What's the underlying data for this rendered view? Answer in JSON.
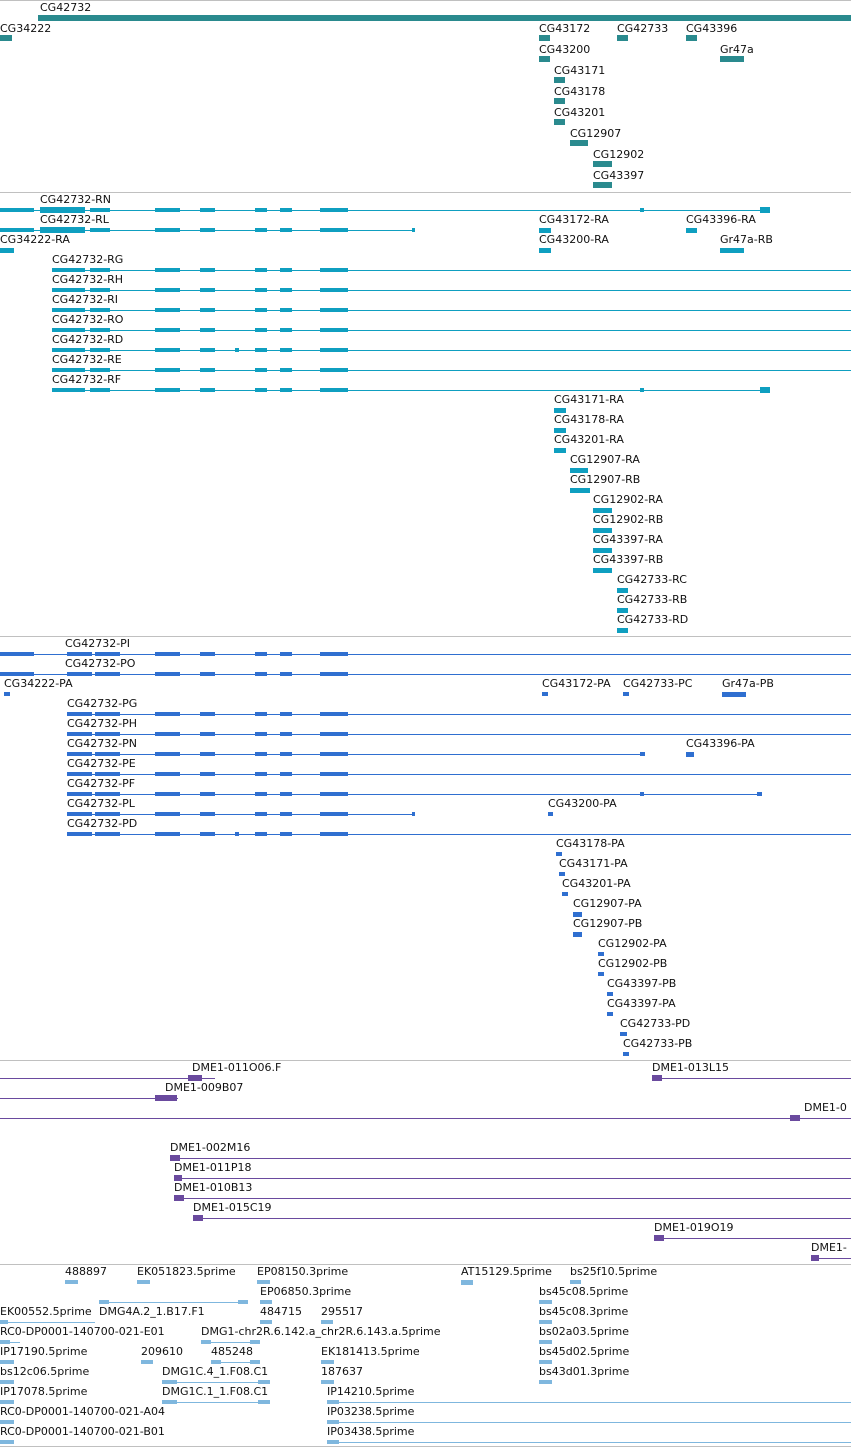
{
  "tracks": [
    {
      "name": "genes",
      "colors": {
        "body": "#2a8a8e",
        "thick": "#2a8a8e",
        "line": "#2a8a8e"
      },
      "features": [
        {
          "label": "CG42732",
          "strand": "+"
        },
        {
          "label": "CG34222",
          "strand": "-"
        },
        {
          "label": "CG43172",
          "strand": "-"
        },
        {
          "label": "CG42733",
          "strand": "-"
        },
        {
          "label": "CG43396",
          "strand": "+"
        },
        {
          "label": "CG43200",
          "strand": "-"
        },
        {
          "label": "Gr47a",
          "strand": "+"
        },
        {
          "label": "CG43171",
          "strand": "-"
        },
        {
          "label": "CG43178",
          "strand": "-"
        },
        {
          "label": "CG43201",
          "strand": "-"
        },
        {
          "label": "CG12907",
          "strand": "+"
        },
        {
          "label": "CG12902",
          "strand": "-"
        },
        {
          "label": "CG43397",
          "strand": "-"
        }
      ]
    },
    {
      "name": "transcripts",
      "colors": {
        "body": "#0f9fc0",
        "line": "#0f9fc0"
      },
      "features": [
        {
          "label": "CG42732-RN"
        },
        {
          "label": "CG42732-RL"
        },
        {
          "label": "CG43172-RA"
        },
        {
          "label": "CG43396-RA"
        },
        {
          "label": "CG34222-RA"
        },
        {
          "label": "CG43200-RA"
        },
        {
          "label": "Gr47a-RB"
        },
        {
          "label": "CG42732-RG"
        },
        {
          "label": "CG42732-RH"
        },
        {
          "label": "CG42732-RI"
        },
        {
          "label": "CG42732-RO"
        },
        {
          "label": "CG42732-RD"
        },
        {
          "label": "CG42732-RE"
        },
        {
          "label": "CG42732-RF"
        },
        {
          "label": "CG43171-RA"
        },
        {
          "label": "CG43178-RA"
        },
        {
          "label": "CG43201-RA"
        },
        {
          "label": "CG12907-RA"
        },
        {
          "label": "CG12907-RB"
        },
        {
          "label": "CG12902-RA"
        },
        {
          "label": "CG12902-RB"
        },
        {
          "label": "CG43397-RA"
        },
        {
          "label": "CG43397-RB"
        },
        {
          "label": "CG42733-RC"
        },
        {
          "label": "CG42733-RB"
        },
        {
          "label": "CG42733-RD"
        }
      ]
    },
    {
      "name": "proteins",
      "colors": {
        "body": "#2f6fd0",
        "line": "#2f6fd0"
      },
      "features": [
        {
          "label": "CG42732-PI"
        },
        {
          "label": "CG42732-PO"
        },
        {
          "label": "CG34222-PA"
        },
        {
          "label": "CG43172-PA"
        },
        {
          "label": "CG42733-PC"
        },
        {
          "label": "Gr47a-PB"
        },
        {
          "label": "CG42732-PG"
        },
        {
          "label": "CG42732-PH"
        },
        {
          "label": "CG42732-PN"
        },
        {
          "label": "CG43396-PA"
        },
        {
          "label": "CG42732-PE"
        },
        {
          "label": "CG42732-PF"
        },
        {
          "label": "CG42732-PL"
        },
        {
          "label": "CG43200-PA"
        },
        {
          "label": "CG42732-PD"
        },
        {
          "label": "CG43178-PA"
        },
        {
          "label": "CG43171-PA"
        },
        {
          "label": "CG43201-PA"
        },
        {
          "label": "CG12907-PA"
        },
        {
          "label": "CG12907-PB"
        },
        {
          "label": "CG12902-PA"
        },
        {
          "label": "CG12902-PB"
        },
        {
          "label": "CG43397-PB"
        },
        {
          "label": "CG43397-PA"
        },
        {
          "label": "CG42733-PD"
        },
        {
          "label": "CG42733-PB"
        }
      ]
    },
    {
      "name": "clones",
      "colors": {
        "body": "#6a4a9e",
        "line": "#6a4a9e"
      },
      "features": [
        {
          "label": "DME1-011O06.F"
        },
        {
          "label": "DME1-013L15"
        },
        {
          "label": "DME1-009B07"
        },
        {
          "label": "DME1-0"
        },
        {
          "label": "DME1-002M16"
        },
        {
          "label": "DME1-011P18"
        },
        {
          "label": "DME1-010B13"
        },
        {
          "label": "DME1-015C19"
        },
        {
          "label": "DME1-019O19"
        },
        {
          "label": "DME1-"
        }
      ]
    },
    {
      "name": "ests",
      "colors": {
        "body": "#7fb7de",
        "line": "#7fb7de"
      },
      "features": [
        {
          "label": "488897"
        },
        {
          "label": "EK051823.5prime"
        },
        {
          "label": "EP08150.3prime"
        },
        {
          "label": "AT15129.5prime"
        },
        {
          "label": "bs25f10.5prime"
        },
        {
          "label": "EP06850.3prime"
        },
        {
          "label": "EK00552.5prime"
        },
        {
          "label": "DMG4A.2_1.B17.F1"
        },
        {
          "label": "484715"
        },
        {
          "label": "295517"
        },
        {
          "label": "bs45c08.5prime"
        },
        {
          "label": "bs45c08.3prime"
        },
        {
          "label": "RC0-DP0001-140700-021-E01"
        },
        {
          "label": "DMG1-chr2R.6.142.a_chr2R.6.143.a.5prime"
        },
        {
          "label": "bs02a03.5prime"
        },
        {
          "label": "IP17190.5prime"
        },
        {
          "label": "209610"
        },
        {
          "label": "485248"
        },
        {
          "label": "EK181413.5prime"
        },
        {
          "label": "bs45d02.5prime"
        },
        {
          "label": "bs12c06.5prime"
        },
        {
          "label": "DMG1C.4_1.F08.C1"
        },
        {
          "label": "187637"
        },
        {
          "label": "bs43d01.3prime"
        },
        {
          "label": "IP17078.5prime"
        },
        {
          "label": "DMG1C.1_1.F08.C1"
        },
        {
          "label": "IP14210.5prime"
        },
        {
          "label": "RC0-DP0001-140700-021-A04"
        },
        {
          "label": "IP03238.5prime"
        },
        {
          "label": "RC0-DP0001-140700-021-B01"
        },
        {
          "label": "IP03438.5prime"
        }
      ]
    }
  ]
}
